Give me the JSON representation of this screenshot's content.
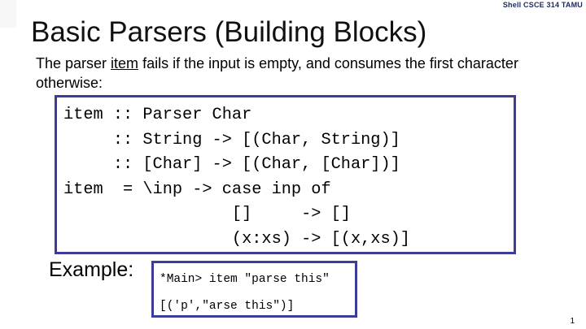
{
  "header": {
    "credit": "Shell CSCE 314 TAMU"
  },
  "slide": {
    "title": "Basic Parsers (Building Blocks)",
    "intro_before": "The parser ",
    "intro_keyword": "item",
    "intro_after": " fails if the input is empty, and consumes the first character otherwise:",
    "code_lines": [
      "item :: Parser Char",
      "     :: String -> [(Char, String)]",
      "     :: [Char] -> [(Char, [Char])]",
      "item  = \\inp -> case inp of",
      "                 []     -> []",
      "                 (x:xs) -> [(x,xs)]"
    ],
    "example_label": "Example:",
    "example_input": "*Main> item \"parse this\"",
    "example_output": "[('p',\"arse this\")]",
    "page_number": "1"
  },
  "colors": {
    "box_border": "#3b3d98",
    "credit_text": "#1b2a5a"
  }
}
